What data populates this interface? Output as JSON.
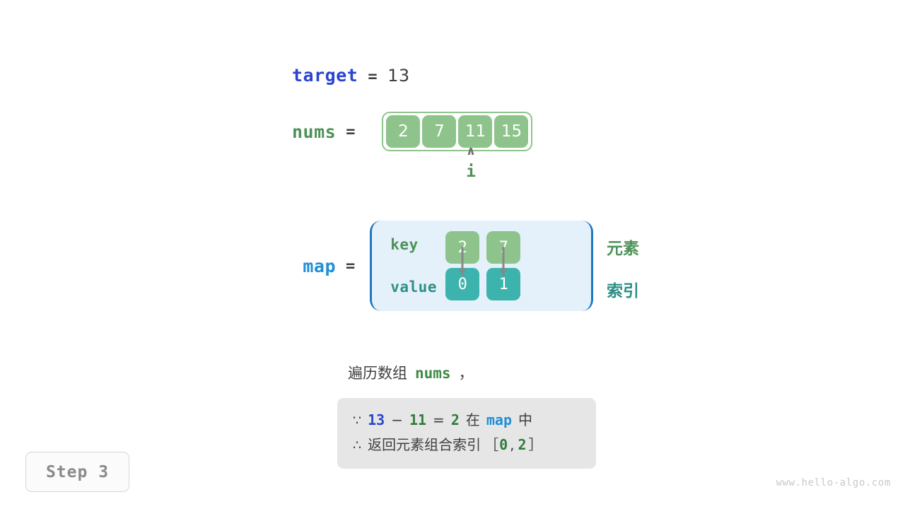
{
  "target": {
    "label": "target",
    "equals": "=",
    "value": "13"
  },
  "nums": {
    "label": "nums",
    "equals": "=",
    "cells": [
      "2",
      "7",
      "11",
      "15"
    ]
  },
  "pointer": {
    "caret": "∧",
    "label": "i",
    "index": 2
  },
  "map": {
    "label": "map",
    "equals": "=",
    "row_labels": {
      "key": "key",
      "value": "value"
    },
    "entries": [
      {
        "key": "2",
        "value": "0"
      },
      {
        "key": "7",
        "value": "1"
      }
    ]
  },
  "side_labels": {
    "element": "元素",
    "index": "索引"
  },
  "caption": {
    "prefix": "遍历数组",
    "code": "nums",
    "suffix": "，"
  },
  "note": {
    "line1": {
      "symbol": "∵",
      "a": "13",
      "minus": "−",
      "b": "11",
      "eq": "=",
      "c": "2",
      "mid": "在",
      "map": "map",
      "tail": "中"
    },
    "line2": {
      "symbol": "∴",
      "text": "返回元素组合索引",
      "bracket_open": "［",
      "i0": "0",
      "comma": ",",
      "i1": "2",
      "bracket_close": "］"
    }
  },
  "step_badge": {
    "label": "Step 3"
  },
  "watermark": {
    "text": "www.hello-algo.com"
  },
  "colors": {
    "target_blue": "#2a44cf",
    "nums_green": "#4e9157",
    "map_blue": "#1f8fd6",
    "cell_green": "#8ec48c",
    "cell_teal": "#3db3ad",
    "map_box_bg": "#e4f1fb",
    "map_box_border": "#1f78c1",
    "note_bg": "#e6e6e6",
    "arrow_gray": "#888888"
  }
}
